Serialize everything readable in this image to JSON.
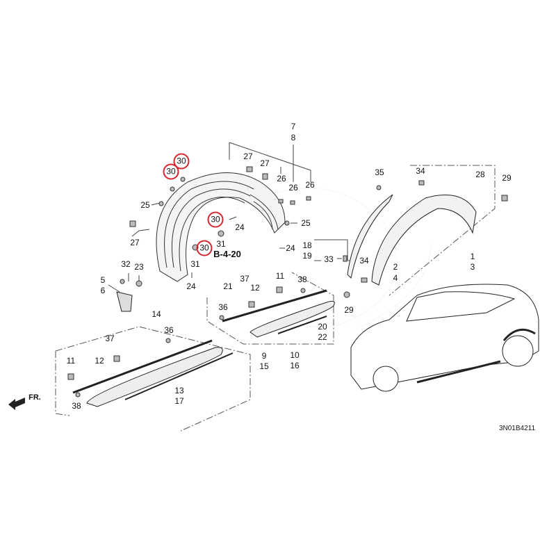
{
  "diagram": {
    "callouts": [
      "30",
      "30",
      "25",
      "27",
      "27",
      "27",
      "7",
      "8",
      "26",
      "26",
      "26",
      "30",
      "31",
      "24",
      "25",
      "30",
      "B-4-20",
      "31",
      "24",
      "24",
      "18",
      "19",
      "33",
      "32",
      "23",
      "5",
      "6",
      "21",
      "37",
      "12",
      "36",
      "11",
      "38",
      "20",
      "22",
      "10",
      "16",
      "14",
      "36",
      "37",
      "12",
      "11",
      "38",
      "9",
      "15",
      "13",
      "17",
      "35",
      "34",
      "28",
      "29",
      "1",
      "3",
      "34",
      "2",
      "4",
      "29"
    ],
    "front_indicator": "FR.",
    "diagram_code": "3N01B4211",
    "highlight_color": "#d8262d"
  }
}
